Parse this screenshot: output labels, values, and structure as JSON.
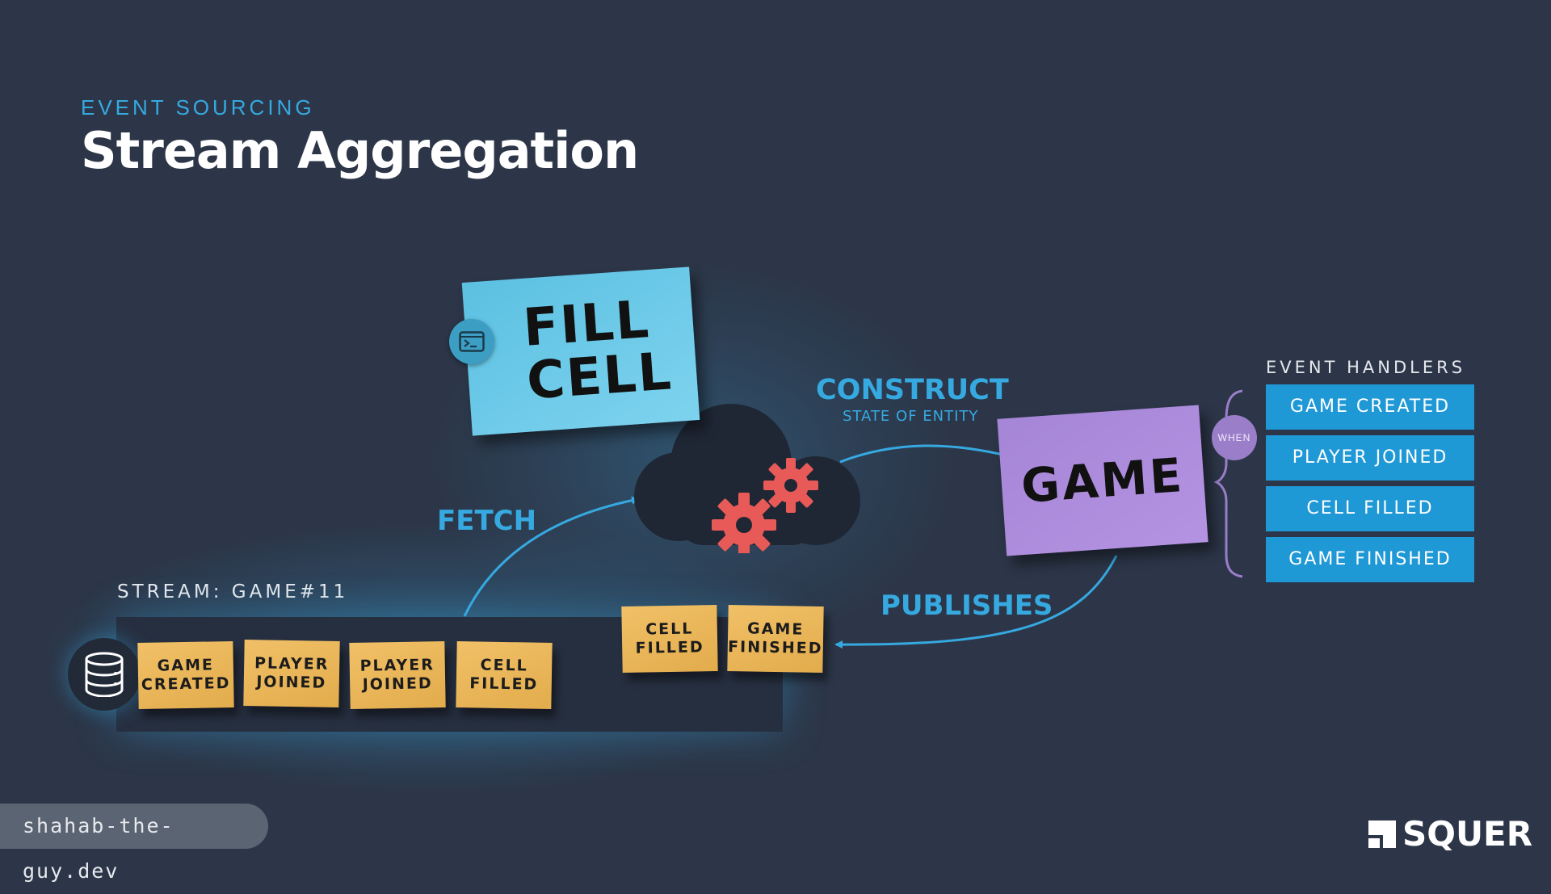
{
  "header": {
    "eyebrow": "EVENT SOURCING",
    "title": "Stream Aggregation"
  },
  "stream": {
    "label": "STREAM: GAME#11",
    "events": [
      {
        "line1": "GAME",
        "line2": "CREATED"
      },
      {
        "line1": "PLAYER",
        "line2": "JOINED"
      },
      {
        "line1": "PLAYER",
        "line2": "JOINED"
      },
      {
        "line1": "CELL",
        "line2": "FILLED"
      }
    ],
    "new_events": [
      {
        "line1": "CELL",
        "line2": "FILLED"
      },
      {
        "line1": "GAME",
        "line2": "FINISHED"
      }
    ]
  },
  "command": {
    "line1": "FILL",
    "line2": "CELL",
    "icon": "terminal-icon"
  },
  "labels": {
    "fetch": "FETCH",
    "construct": "CONSTRUCT",
    "construct_sub": "STATE OF ENTITY",
    "publishes": "PUBLISHES"
  },
  "entity": {
    "label": "GAME"
  },
  "handlers": {
    "title": "EVENT HANDLERS",
    "when": "WHEN",
    "items": [
      "GAME CREATED",
      "PLAYER JOINED",
      "CELL FILLED",
      "GAME FINISHED"
    ]
  },
  "footer": {
    "site": "shahab-the-guy.dev",
    "brand": "SQUER"
  },
  "colors": {
    "background": "#2c3648",
    "accent": "#36a9e1",
    "event_sticky": "#e9b659",
    "command_sticky": "#6cc9e8",
    "entity_sticky": "#ad8cdc",
    "gear": "#e85a58",
    "handler": "#1f98d6"
  }
}
